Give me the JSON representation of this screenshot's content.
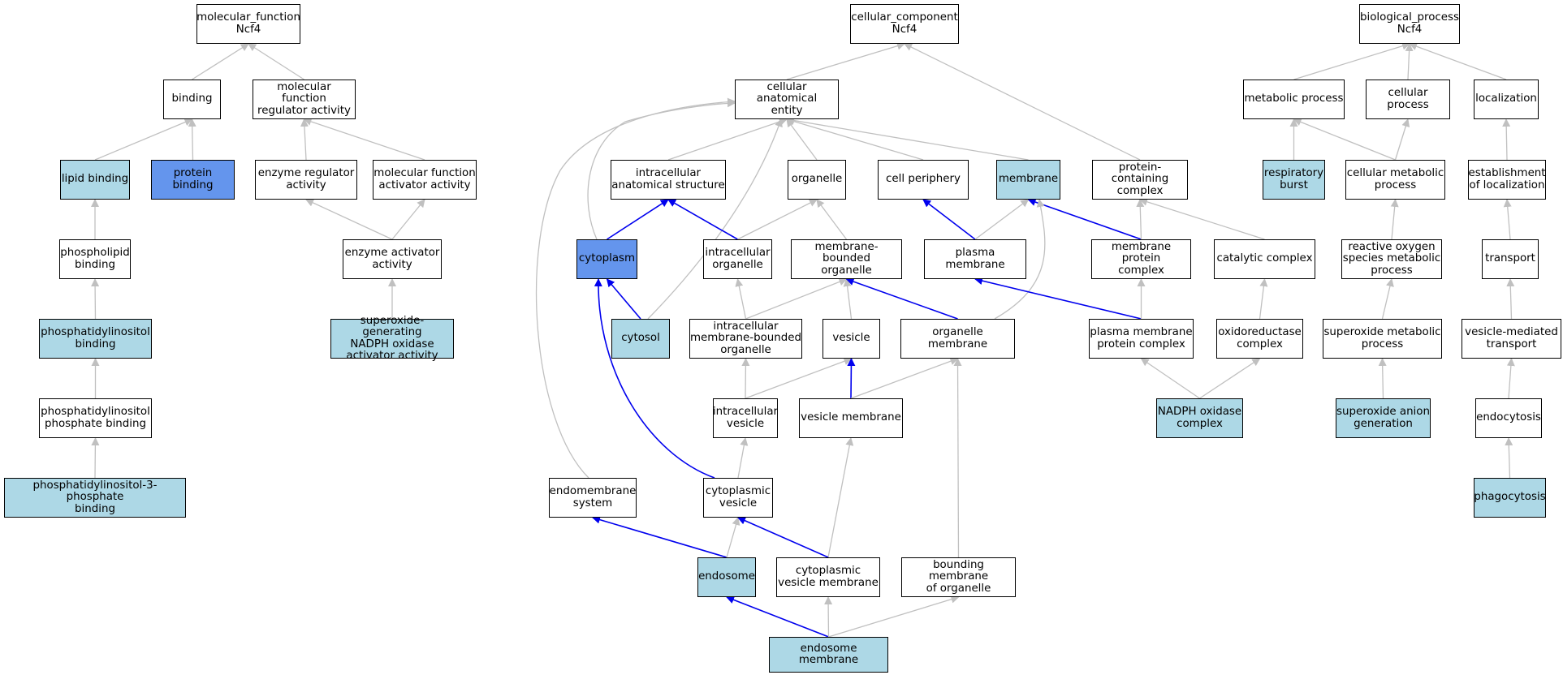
{
  "colors": {
    "node_default": "#ffffff",
    "node_light": "#add8e6",
    "node_dark": "#6495ed",
    "edge_grey": "#c0c0c0",
    "edge_blue": "#0000ee"
  },
  "nodes": [
    {
      "id": "mf_root",
      "label": "molecular_function\nNcf4",
      "style": "plain"
    },
    {
      "id": "binding",
      "label": "binding",
      "style": "plain"
    },
    {
      "id": "mf_reg",
      "label": "molecular function\nregulator activity",
      "style": "plain"
    },
    {
      "id": "lipid_binding",
      "label": "lipid binding",
      "style": "light"
    },
    {
      "id": "protein_binding",
      "label": "protein binding",
      "style": "dark"
    },
    {
      "id": "enz_reg",
      "label": "enzyme regulator\nactivity",
      "style": "plain"
    },
    {
      "id": "mf_act",
      "label": "molecular function\nactivator activity",
      "style": "plain"
    },
    {
      "id": "phospholipid",
      "label": "phospholipid\nbinding",
      "style": "plain"
    },
    {
      "id": "enz_act",
      "label": "enzyme activator\nactivity",
      "style": "plain"
    },
    {
      "id": "pi_binding",
      "label": "phosphatidylinositol\nbinding",
      "style": "light"
    },
    {
      "id": "superoxide_gen",
      "label": "superoxide-generating\nNADPH oxidase\nactivator activity",
      "style": "light"
    },
    {
      "id": "pip_binding",
      "label": "phosphatidylinositol\nphosphate binding",
      "style": "plain"
    },
    {
      "id": "pi3p_binding",
      "label": "phosphatidylinositol-3-phosphate\nbinding",
      "style": "light"
    },
    {
      "id": "cc_root",
      "label": "cellular_component\nNcf4",
      "style": "plain"
    },
    {
      "id": "cae",
      "label": "cellular anatomical\nentity",
      "style": "plain"
    },
    {
      "id": "ias",
      "label": "intracellular\nanatomical structure",
      "style": "plain"
    },
    {
      "id": "organelle",
      "label": "organelle",
      "style": "plain"
    },
    {
      "id": "cell_periphery",
      "label": "cell periphery",
      "style": "plain"
    },
    {
      "id": "membrane",
      "label": "membrane",
      "style": "light"
    },
    {
      "id": "pcc",
      "label": "protein-containing\ncomplex",
      "style": "plain"
    },
    {
      "id": "cytoplasm",
      "label": "cytoplasm",
      "style": "dark"
    },
    {
      "id": "ic_org",
      "label": "intracellular\norganelle",
      "style": "plain"
    },
    {
      "id": "mbo",
      "label": "membrane-bounded\norganelle",
      "style": "plain"
    },
    {
      "id": "pm",
      "label": "plasma membrane",
      "style": "plain"
    },
    {
      "id": "mpc",
      "label": "membrane protein\ncomplex",
      "style": "plain"
    },
    {
      "id": "catalytic",
      "label": "catalytic complex",
      "style": "plain"
    },
    {
      "id": "cytosol",
      "label": "cytosol",
      "style": "light"
    },
    {
      "id": "imbo",
      "label": "intracellular\nmembrane-bounded\norganelle",
      "style": "plain"
    },
    {
      "id": "vesicle",
      "label": "vesicle",
      "style": "plain"
    },
    {
      "id": "org_mem",
      "label": "organelle membrane",
      "style": "plain"
    },
    {
      "id": "pmpc",
      "label": "plasma membrane\nprotein complex",
      "style": "plain"
    },
    {
      "id": "oxred",
      "label": "oxidoreductase\ncomplex",
      "style": "plain"
    },
    {
      "id": "ic_ves",
      "label": "intracellular\nvesicle",
      "style": "plain"
    },
    {
      "id": "ves_mem",
      "label": "vesicle membrane",
      "style": "plain"
    },
    {
      "id": "nadph",
      "label": "NADPH oxidase\ncomplex",
      "style": "light"
    },
    {
      "id": "endomem",
      "label": "endomembrane\nsystem",
      "style": "plain"
    },
    {
      "id": "cyt_ves",
      "label": "cytoplasmic\nvesicle",
      "style": "plain"
    },
    {
      "id": "endosome",
      "label": "endosome",
      "style": "light"
    },
    {
      "id": "cvm",
      "label": "cytoplasmic\nvesicle membrane",
      "style": "plain"
    },
    {
      "id": "bmo",
      "label": "bounding membrane\nof organelle",
      "style": "plain"
    },
    {
      "id": "endo_mem",
      "label": "endosome membrane",
      "style": "light"
    },
    {
      "id": "bp_root",
      "label": "biological_process\nNcf4",
      "style": "plain"
    },
    {
      "id": "metabolic",
      "label": "metabolic process",
      "style": "plain"
    },
    {
      "id": "cellular_proc",
      "label": "cellular process",
      "style": "plain"
    },
    {
      "id": "localization",
      "label": "localization",
      "style": "plain"
    },
    {
      "id": "resp_burst",
      "label": "respiratory\nburst",
      "style": "light"
    },
    {
      "id": "cmp",
      "label": "cellular metabolic\nprocess",
      "style": "plain"
    },
    {
      "id": "est_loc",
      "label": "establishment\nof localization",
      "style": "plain"
    },
    {
      "id": "ros_mp",
      "label": "reactive oxygen\nspecies metabolic\nprocess",
      "style": "plain"
    },
    {
      "id": "transport",
      "label": "transport",
      "style": "plain"
    },
    {
      "id": "so_mp",
      "label": "superoxide metabolic\nprocess",
      "style": "plain"
    },
    {
      "id": "vmt",
      "label": "vesicle-mediated\ntransport",
      "style": "plain"
    },
    {
      "id": "so_anion",
      "label": "superoxide anion\ngeneration",
      "style": "light"
    },
    {
      "id": "endocytosis",
      "label": "endocytosis",
      "style": "plain"
    },
    {
      "id": "phagocytosis",
      "label": "phagocytosis",
      "style": "light"
    }
  ],
  "edges": [
    {
      "from": "binding",
      "to": "mf_root",
      "color": "grey"
    },
    {
      "from": "mf_reg",
      "to": "mf_root",
      "color": "grey"
    },
    {
      "from": "lipid_binding",
      "to": "binding",
      "color": "grey"
    },
    {
      "from": "protein_binding",
      "to": "binding",
      "color": "grey"
    },
    {
      "from": "enz_reg",
      "to": "mf_reg",
      "color": "grey"
    },
    {
      "from": "mf_act",
      "to": "mf_reg",
      "color": "grey"
    },
    {
      "from": "phospholipid",
      "to": "lipid_binding",
      "color": "grey"
    },
    {
      "from": "enz_act",
      "to": "enz_reg",
      "color": "grey"
    },
    {
      "from": "enz_act",
      "to": "mf_act",
      "color": "grey"
    },
    {
      "from": "pi_binding",
      "to": "phospholipid",
      "color": "grey"
    },
    {
      "from": "superoxide_gen",
      "to": "enz_act",
      "color": "grey"
    },
    {
      "from": "pip_binding",
      "to": "pi_binding",
      "color": "grey"
    },
    {
      "from": "pi3p_binding",
      "to": "pip_binding",
      "color": "grey"
    },
    {
      "from": "cae",
      "to": "cc_root",
      "color": "grey"
    },
    {
      "from": "pcc",
      "to": "cc_root",
      "color": "grey"
    },
    {
      "from": "ias",
      "to": "cae",
      "color": "grey"
    },
    {
      "from": "organelle",
      "to": "cae",
      "color": "grey"
    },
    {
      "from": "cell_periphery",
      "to": "cae",
      "color": "grey"
    },
    {
      "from": "membrane",
      "to": "cae",
      "color": "grey"
    },
    {
      "from": "cytoplasm",
      "to": "cae",
      "color": "grey"
    },
    {
      "from": "cytosol",
      "to": "cae",
      "color": "grey"
    },
    {
      "from": "endomem",
      "to": "cae",
      "color": "grey"
    },
    {
      "from": "cytoplasm",
      "to": "ias",
      "color": "blue"
    },
    {
      "from": "ic_org",
      "to": "ias",
      "color": "blue"
    },
    {
      "from": "ic_org",
      "to": "organelle",
      "color": "grey"
    },
    {
      "from": "mbo",
      "to": "organelle",
      "color": "grey"
    },
    {
      "from": "pm",
      "to": "cell_periphery",
      "color": "blue"
    },
    {
      "from": "pm",
      "to": "membrane",
      "color": "grey"
    },
    {
      "from": "mpc",
      "to": "membrane",
      "color": "blue"
    },
    {
      "from": "org_mem",
      "to": "membrane",
      "color": "grey"
    },
    {
      "from": "mpc",
      "to": "pcc",
      "color": "grey"
    },
    {
      "from": "catalytic",
      "to": "pcc",
      "color": "grey"
    },
    {
      "from": "cytosol",
      "to": "cytoplasm",
      "color": "blue"
    },
    {
      "from": "cyt_ves",
      "to": "cytoplasm",
      "color": "blue"
    },
    {
      "from": "imbo",
      "to": "ic_org",
      "color": "grey"
    },
    {
      "from": "imbo",
      "to": "mbo",
      "color": "grey"
    },
    {
      "from": "vesicle",
      "to": "mbo",
      "color": "grey"
    },
    {
      "from": "org_mem",
      "to": "mbo",
      "color": "blue"
    },
    {
      "from": "pmpc",
      "to": "pm",
      "color": "blue"
    },
    {
      "from": "pmpc",
      "to": "mpc",
      "color": "grey"
    },
    {
      "from": "oxred",
      "to": "catalytic",
      "color": "grey"
    },
    {
      "from": "ic_ves",
      "to": "imbo",
      "color": "grey"
    },
    {
      "from": "ic_ves",
      "to": "vesicle",
      "color": "grey"
    },
    {
      "from": "ves_mem",
      "to": "vesicle",
      "color": "blue"
    },
    {
      "from": "ves_mem",
      "to": "org_mem",
      "color": "grey"
    },
    {
      "from": "bmo",
      "to": "org_mem",
      "color": "grey"
    },
    {
      "from": "nadph",
      "to": "pmpc",
      "color": "grey"
    },
    {
      "from": "nadph",
      "to": "oxred",
      "color": "grey"
    },
    {
      "from": "cyt_ves",
      "to": "ic_ves",
      "color": "grey"
    },
    {
      "from": "cvm",
      "to": "ves_mem",
      "color": "grey"
    },
    {
      "from": "endosome",
      "to": "endomem",
      "color": "blue"
    },
    {
      "from": "endosome",
      "to": "cyt_ves",
      "color": "grey"
    },
    {
      "from": "cvm",
      "to": "cyt_ves",
      "color": "blue"
    },
    {
      "from": "endo_mem",
      "to": "endosome",
      "color": "blue"
    },
    {
      "from": "endo_mem",
      "to": "cvm",
      "color": "grey"
    },
    {
      "from": "endo_mem",
      "to": "bmo",
      "color": "grey"
    },
    {
      "from": "metabolic",
      "to": "bp_root",
      "color": "grey"
    },
    {
      "from": "cellular_proc",
      "to": "bp_root",
      "color": "grey"
    },
    {
      "from": "localization",
      "to": "bp_root",
      "color": "grey"
    },
    {
      "from": "resp_burst",
      "to": "metabolic",
      "color": "grey"
    },
    {
      "from": "cmp",
      "to": "metabolic",
      "color": "grey"
    },
    {
      "from": "cmp",
      "to": "cellular_proc",
      "color": "grey"
    },
    {
      "from": "est_loc",
      "to": "localization",
      "color": "grey"
    },
    {
      "from": "ros_mp",
      "to": "cmp",
      "color": "grey"
    },
    {
      "from": "transport",
      "to": "est_loc",
      "color": "grey"
    },
    {
      "from": "so_mp",
      "to": "ros_mp",
      "color": "grey"
    },
    {
      "from": "vmt",
      "to": "transport",
      "color": "grey"
    },
    {
      "from": "so_anion",
      "to": "so_mp",
      "color": "grey"
    },
    {
      "from": "endocytosis",
      "to": "vmt",
      "color": "grey"
    },
    {
      "from": "phagocytosis",
      "to": "endocytosis",
      "color": "grey"
    }
  ]
}
